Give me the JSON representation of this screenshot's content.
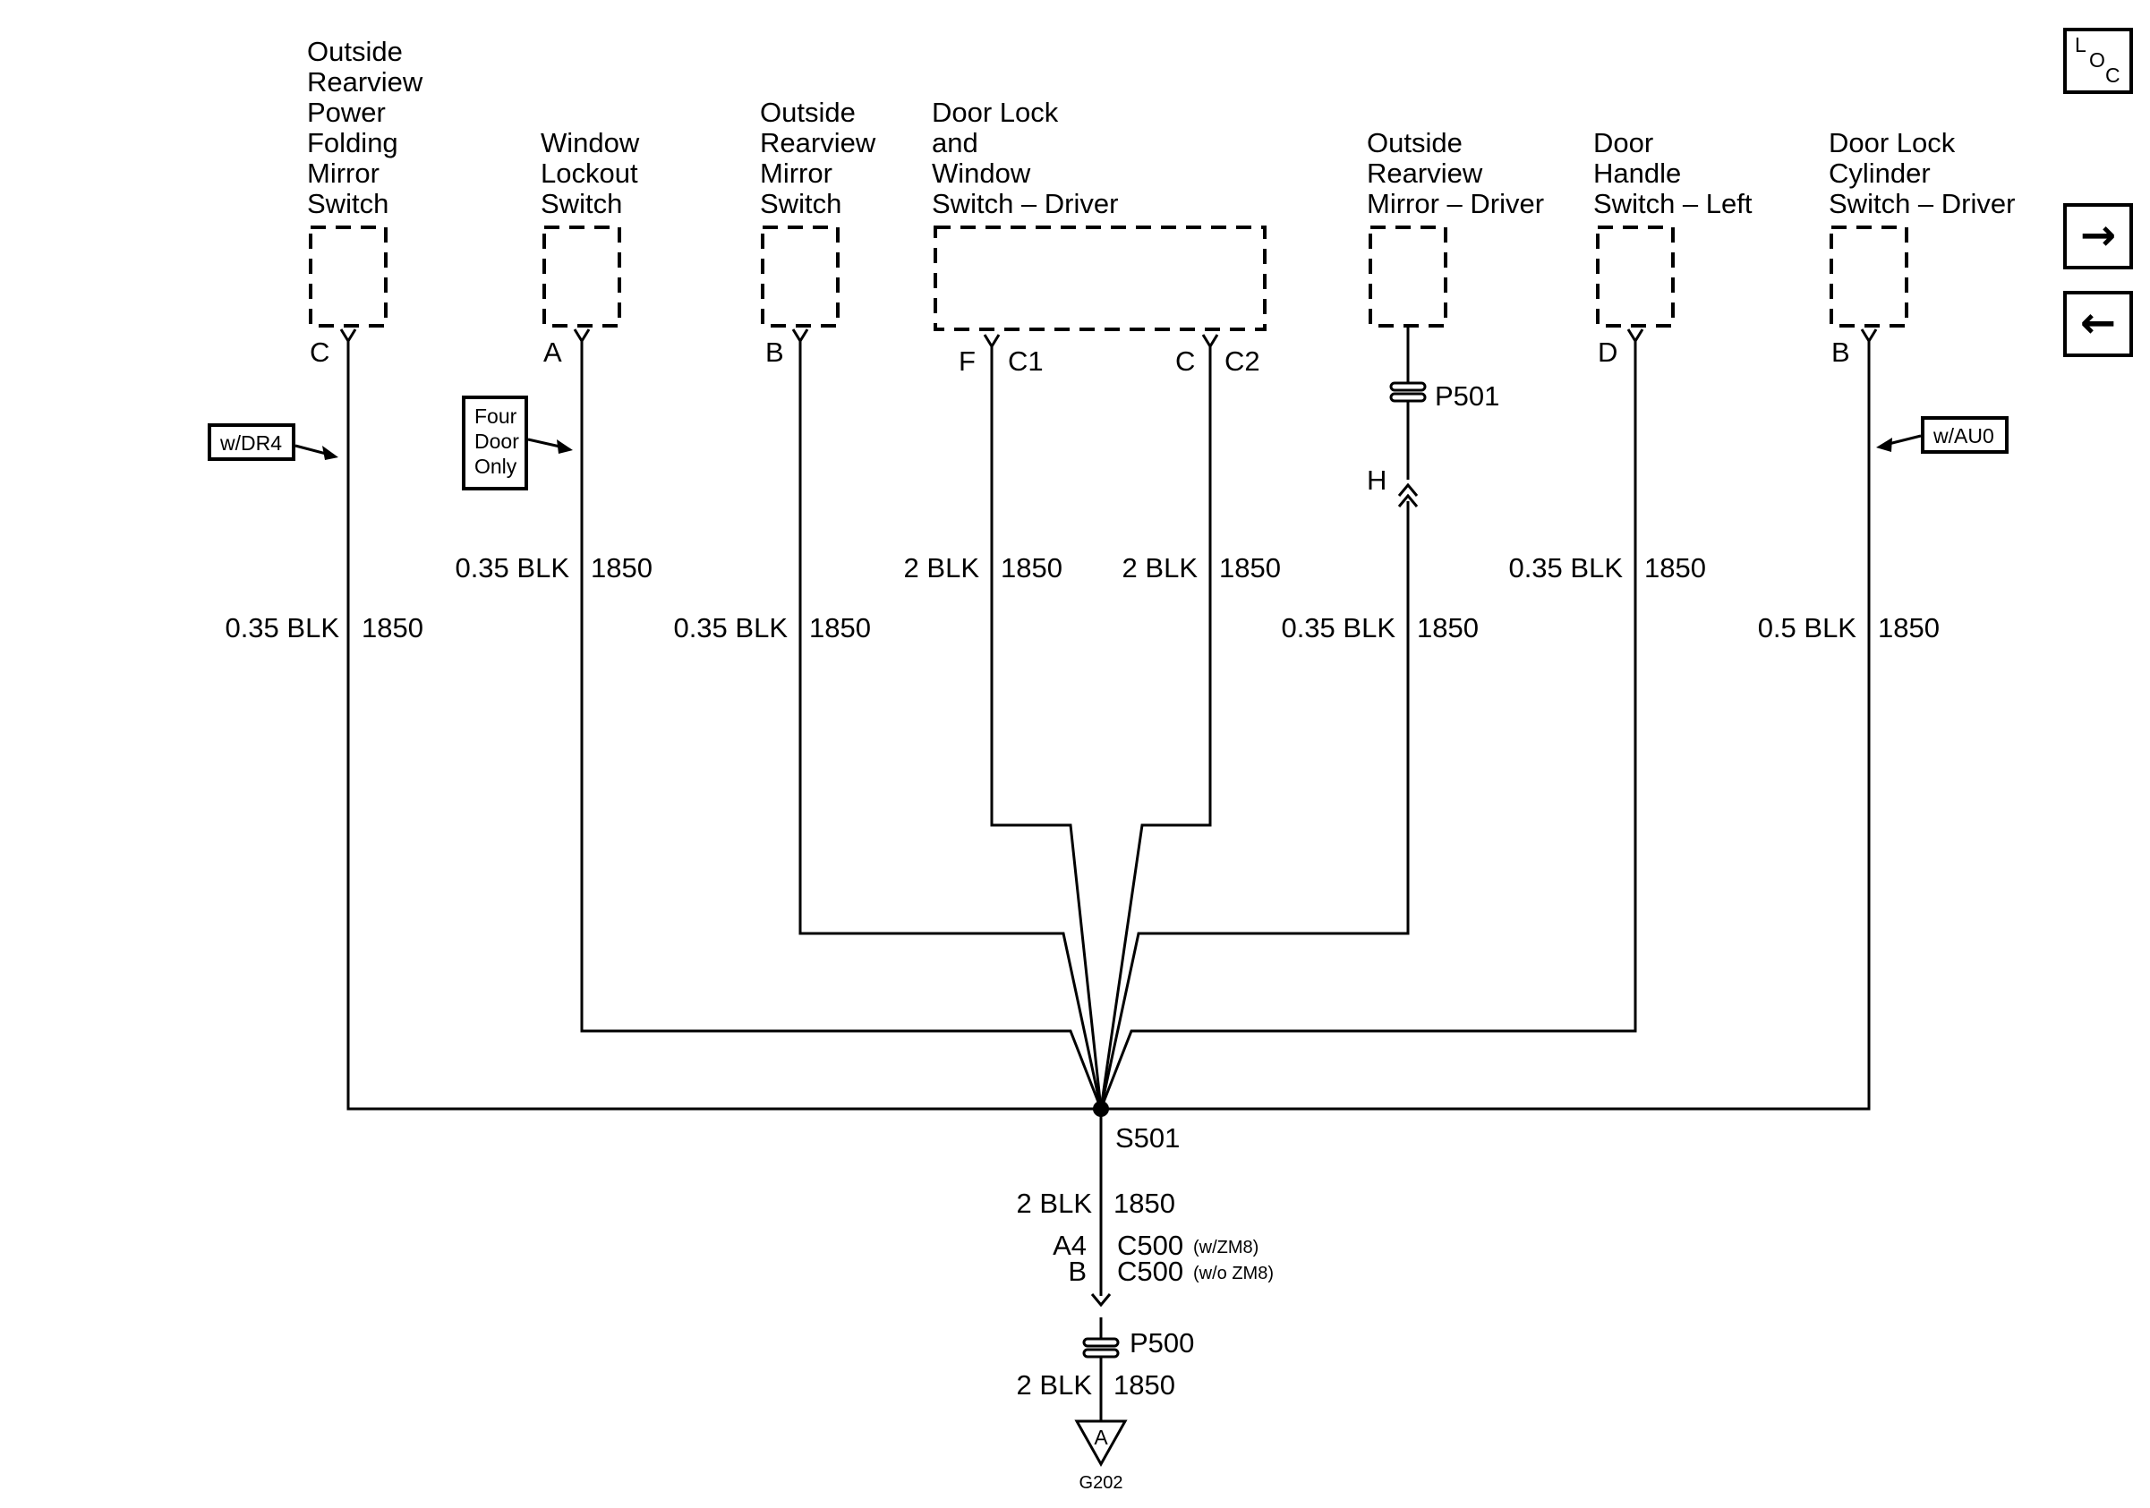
{
  "components": {
    "power_folding_mirror_switch": {
      "lines": [
        "Outside",
        "Rearview",
        "Power",
        "Folding",
        "Mirror",
        "Switch"
      ],
      "pin": "C"
    },
    "window_lockout_switch": {
      "lines": [
        "Window",
        "Lockout",
        "Switch"
      ],
      "pin": "A"
    },
    "outside_mirror_switch": {
      "lines": [
        "Outside",
        "Rearview",
        "Mirror",
        "Switch"
      ],
      "pin": "B"
    },
    "door_lock_window_switch": {
      "lines": [
        "Door Lock",
        "and",
        "Window",
        "Switch – Driver"
      ],
      "pin1": "F",
      "conn1": "C1",
      "pin2": "C",
      "conn2": "C2"
    },
    "outside_mirror_driver": {
      "lines": [
        "Outside",
        "Rearview",
        "Mirror – Driver"
      ],
      "connector": "P501",
      "pin": "H"
    },
    "door_handle_switch_left": {
      "lines": [
        "Door",
        "Handle",
        "Switch – Left"
      ],
      "pin": "D"
    },
    "door_lock_cylinder_switch": {
      "lines": [
        "Door Lock",
        "Cylinder",
        "Switch – Driver"
      ],
      "pin": "B"
    }
  },
  "options": {
    "dr4": "w/DR4",
    "four_door": [
      "Four",
      "Door",
      "Only"
    ],
    "au0": "w/AU0"
  },
  "wires": {
    "w1": {
      "gauge": "0.35 BLK",
      "circuit": "1850"
    },
    "w2": {
      "gauge": "0.35 BLK",
      "circuit": "1850"
    },
    "w3": {
      "gauge": "0.35 BLK",
      "circuit": "1850"
    },
    "w4": {
      "gauge": "2 BLK",
      "circuit": "1850"
    },
    "w5": {
      "gauge": "2 BLK",
      "circuit": "1850"
    },
    "w6": {
      "gauge": "0.35 BLK",
      "circuit": "1850"
    },
    "w7": {
      "gauge": "0.35 BLK",
      "circuit": "1850"
    },
    "w8": {
      "gauge": "0.5 BLK",
      "circuit": "1850"
    },
    "main": {
      "gauge": "2 BLK",
      "circuit": "1850"
    },
    "ground_wire": {
      "gauge": "2 BLK",
      "circuit": "1850"
    }
  },
  "splice": "S501",
  "c500": {
    "pin_a": "A4",
    "pin_b": "B",
    "name": "C500",
    "note_a": "(w/ZM8)",
    "note_b": "(w/o ZM8)"
  },
  "p500": "P500",
  "ground": {
    "pin": "A",
    "name": "G202"
  },
  "nav": {
    "loc_l": "L",
    "loc_o": "O",
    "loc_c": "C",
    "next": "→",
    "prev": "←"
  }
}
